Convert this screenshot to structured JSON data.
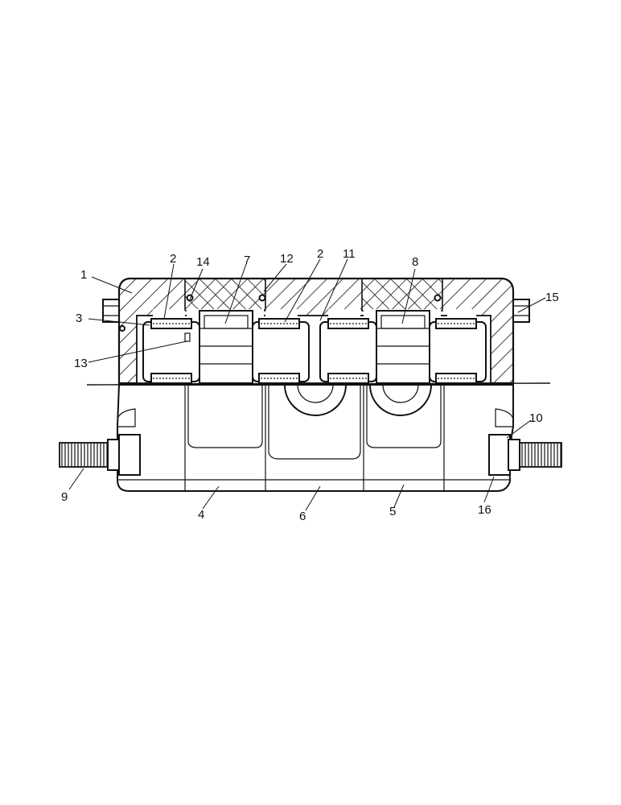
{
  "drawing": {
    "callouts": [
      {
        "id": "c1",
        "text": "1"
      },
      {
        "id": "c2a",
        "text": "2"
      },
      {
        "id": "c14",
        "text": "14"
      },
      {
        "id": "c7",
        "text": "7"
      },
      {
        "id": "c12",
        "text": "12"
      },
      {
        "id": "c2b",
        "text": "2"
      },
      {
        "id": "c11",
        "text": "11"
      },
      {
        "id": "c8",
        "text": "8"
      },
      {
        "id": "c15",
        "text": "15"
      },
      {
        "id": "c3",
        "text": "3"
      },
      {
        "id": "c13",
        "text": "13"
      },
      {
        "id": "c10",
        "text": "10"
      },
      {
        "id": "c9",
        "text": "9"
      },
      {
        "id": "c4",
        "text": "4"
      },
      {
        "id": "c6",
        "text": "6"
      },
      {
        "id": "c5",
        "text": "5"
      },
      {
        "id": "c16",
        "text": "16"
      }
    ]
  }
}
